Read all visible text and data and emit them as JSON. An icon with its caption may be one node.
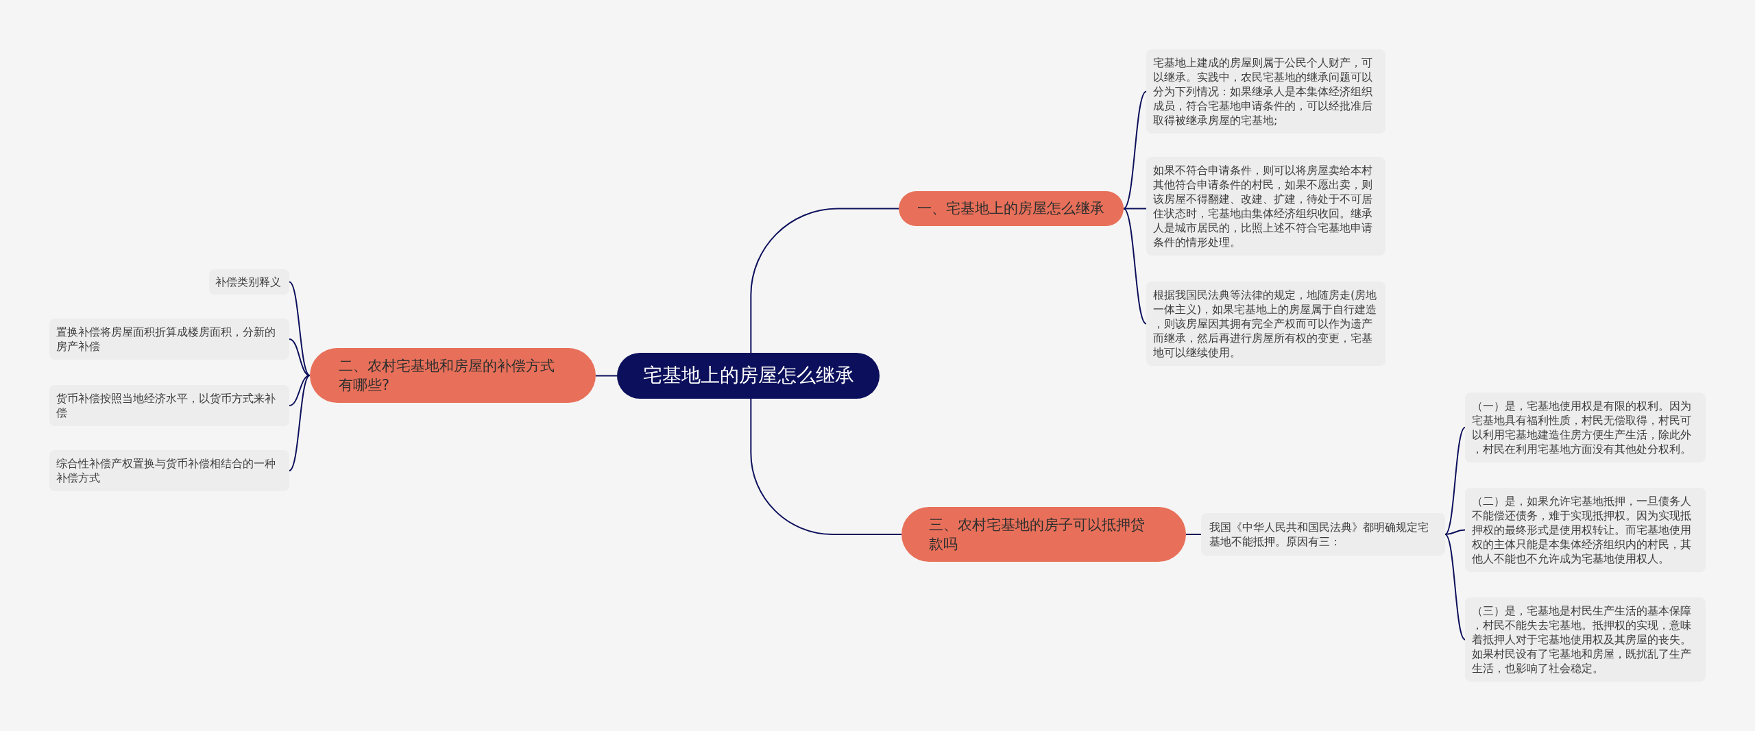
{
  "diagram": {
    "nodes": [
      {
        "text": [
          "宅基地上的房屋怎么继承"
        ]
      },
      {
        "text": [
          "一、宅基地上的房屋怎么继承"
        ]
      },
      {
        "text": [
          "宅基地上建成的房屋则属于公民个人财产，可以继承。实践中，农民宅基地的继承问题可以分为下列情况：如果继承人是本集体经济组织成员，符合宅基地申请条件的，可以经批准后取得被继承房屋的宅基地;"
        ]
      },
      {
        "text": [
          "如果不符合申请条件，则可以将房屋卖给本村其他符合申请条件的村民，如果不愿出卖，则该房屋不得翻建、改建、扩建，待处于不可居住状态时，宅基地由集体经济组织收回。继承人是城市居民的，比照上述不符合宅基地申请条件的情形处理。"
        ]
      },
      {
        "text": [
          "根据我国民法典等法律的规定，地随房走(房地一体主义)，如果宅基地上的房屋属于自行建造，则该房屋因其拥有完全产权而可以作为遗产而继承，然后再进行房屋所有权的变更，宅基地可以继续使用。"
        ]
      },
      {
        "text": [
          "二、农村宅基地和房屋的补偿方式有哪些?"
        ]
      },
      {
        "text": [
          "补偿类别释义"
        ]
      },
      {
        "text": [
          "置换补偿将房屋面积折算成楼房面积，分新的房产补偿"
        ]
      },
      {
        "text": [
          "货币补偿按照当地经济水平，以货币方式来补偿"
        ]
      },
      {
        "text": [
          "综合性补偿产权置换与货币补偿相结合的一种补偿方式"
        ]
      },
      {
        "text": [
          "三、农村宅基地的房子可以抵押贷款吗"
        ]
      },
      {
        "text": [
          "我国《中华人民共和国民法典》都明确规定宅基地不能抵押。原因有三："
        ]
      },
      {
        "text": [
          "（一）是，宅基地使用权是有限的权利。因为宅基地具有福利性质，村民无偿取得，村民可以利用宅基地建造住房方便生产生活，除此外，村民在利用宅基地方面没有其他处分权利。"
        ]
      },
      {
        "text": [
          "（二）是，如果允许宅基地抵押，一旦债务人不能偿还债务，难于实现抵押权。因为实现抵押权的最终形式是使用权转让。而宅基地使用权的主体只能是本集体经济组织内的村民，其他人不能也不允许成为宅基地使用权人。"
        ]
      },
      {
        "text": [
          "（三）是，宅基地是村民生产生活的基本保障，村民不能失去宅基地。抵押权的实现，意味着抵押人对于宅基地使用权及其房屋的丧失。如果村民设有了宅基地和房屋，既扰乱了生产生活，也影响了社会稳定。"
        ]
      }
    ],
    "edges": [
      {
        "from": 0,
        "to": 1,
        "arrow": "none"
      },
      {
        "from": 1,
        "to": 2,
        "arrow": "none"
      },
      {
        "from": 1,
        "to": 3,
        "arrow": "none"
      },
      {
        "from": 1,
        "to": 4,
        "arrow": "none"
      },
      {
        "from": 0,
        "to": 5,
        "arrow": "none"
      },
      {
        "from": 5,
        "to": 6,
        "arrow": "none"
      },
      {
        "from": 5,
        "to": 7,
        "arrow": "none"
      },
      {
        "from": 5,
        "to": 8,
        "arrow": "none"
      },
      {
        "from": 5,
        "to": 9,
        "arrow": "none"
      },
      {
        "from": 0,
        "to": 10,
        "arrow": "none"
      },
      {
        "from": 10,
        "to": 11,
        "arrow": "none"
      },
      {
        "from": 11,
        "to": 12,
        "arrow": "none"
      },
      {
        "from": 11,
        "to": 13,
        "arrow": "none"
      },
      {
        "from": 11,
        "to": 14,
        "arrow": "none"
      }
    ]
  }
}
